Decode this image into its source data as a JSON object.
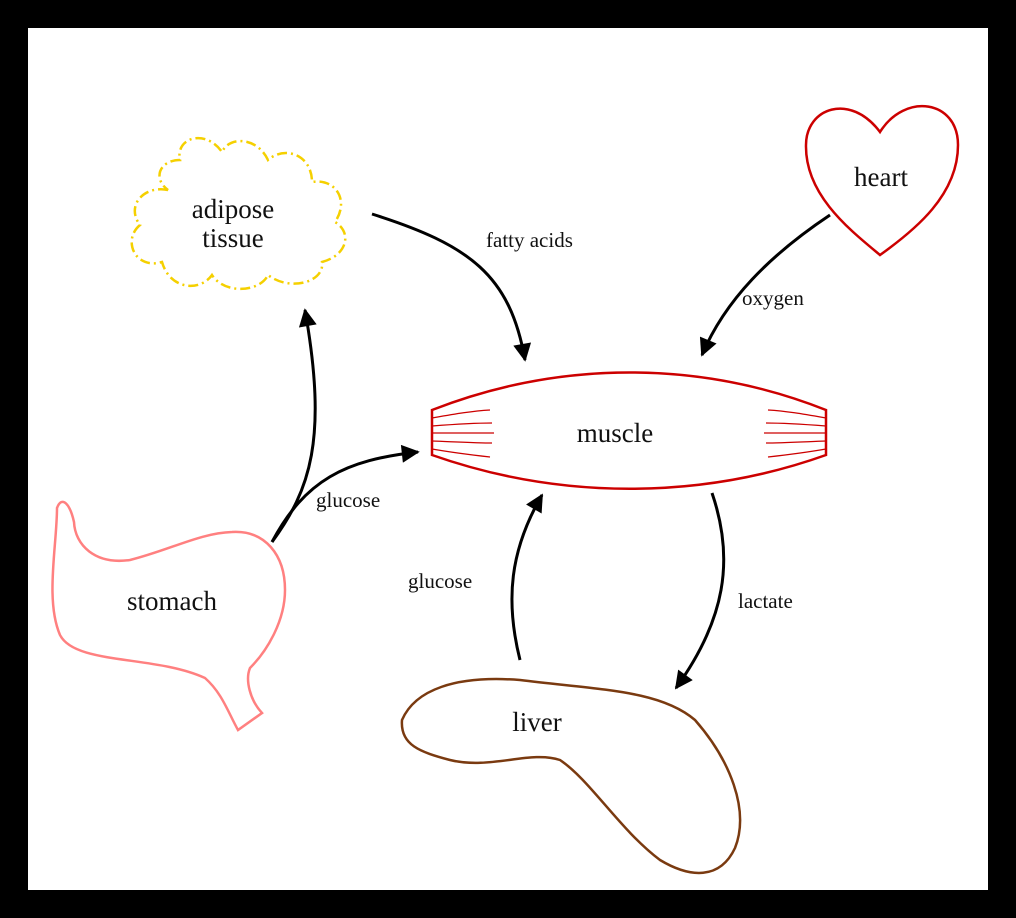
{
  "organs": {
    "adipose": {
      "line1": "adipose",
      "line2": "tissue",
      "color": "#f5d000"
    },
    "heart": {
      "label": "heart",
      "color": "#cc0000"
    },
    "muscle": {
      "label": "muscle",
      "color": "#cc0000"
    },
    "stomach": {
      "label": "stomach",
      "color": "#ff8080"
    },
    "liver": {
      "label": "liver",
      "color": "#7a3a10"
    }
  },
  "flows": {
    "fatty_acids": "fatty acids",
    "oxygen": "oxygen",
    "glucose_from_stomach": "glucose",
    "glucose_from_liver": "glucose",
    "lactate": "lactate"
  }
}
